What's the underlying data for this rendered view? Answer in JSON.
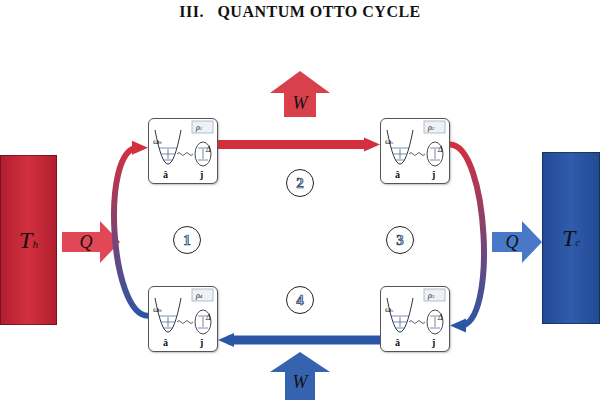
{
  "diagram": {
    "title": "III.   QUANTUM OTTO CYCLE",
    "nodes": [
      {
        "text": [
          "ρ1",
          "ωh",
          "Δ",
          "â",
          "ĵ"
        ]
      },
      {
        "text": [
          "ρ2",
          "ωc",
          "Δ",
          "â",
          "ĵ"
        ]
      },
      {
        "text": [
          "2"
        ]
      },
      {
        "text": [
          "Th"
        ]
      },
      {
        "text": [
          "1"
        ]
      },
      {
        "text": [
          "3"
        ]
      },
      {
        "text": [
          "Tc"
        ]
      },
      {
        "text": [
          "4"
        ]
      },
      {
        "text": [
          "ρ4",
          "ωh",
          "Δ",
          "â",
          "ĵ"
        ]
      },
      {
        "text": [
          "ρ3",
          "ωc",
          "Δ",
          "â",
          "ĵ"
        ]
      }
    ],
    "edges": [
      {
        "from": 8,
        "to": 0,
        "arrow": "to"
      },
      {
        "from": 0,
        "to": 1,
        "arrow": "to"
      },
      {
        "from": 1,
        "to": 9,
        "arrow": "to"
      },
      {
        "from": 9,
        "to": 8,
        "arrow": "to"
      }
    ],
    "labels": [
      "W",
      "Q",
      "Q",
      "W"
    ]
  }
}
